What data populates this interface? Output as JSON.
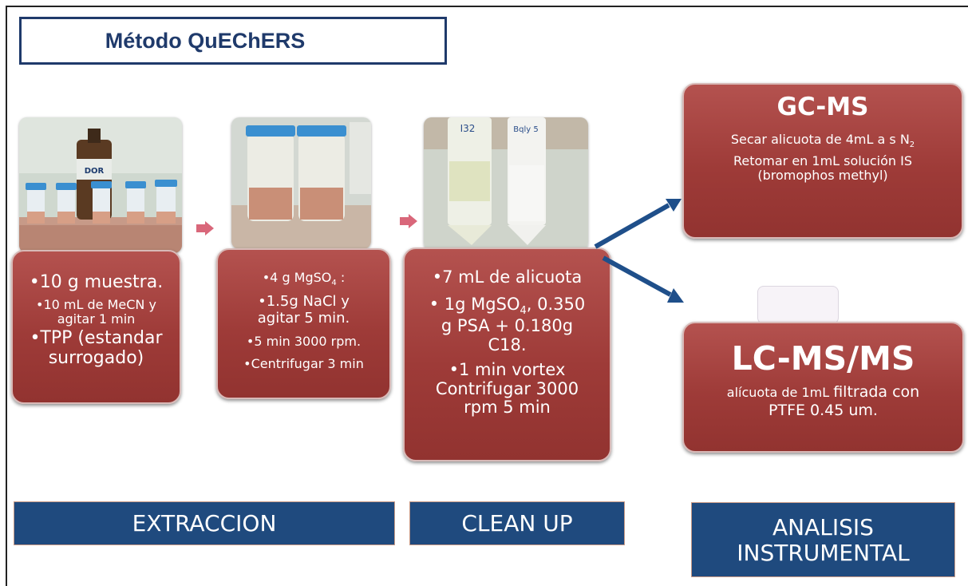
{
  "title": "Método QuEChERS",
  "extraction_card": {
    "line1": "•10 g muestra.",
    "line2": "•10 mL de MeCN y",
    "line3": "agitar 1 min",
    "line4": "•TPP (estandar",
    "line5": "surrogado)"
  },
  "salts_card": {
    "line1_prefix": "•4 g MgSO",
    "line1_sub": "4",
    "line1_suffix": " :",
    "line2": "•1.5g NaCl y",
    "line3": "agitar 5 min.",
    "line4": "•5 min 3000 rpm.",
    "line5": "•Centrifugar 3 min"
  },
  "cleanup_card": {
    "line1": "•7 mL de alicuota",
    "line2_prefix": "• 1g MgSO",
    "line2_sub": "4",
    "line2_suffix": ", 0.350",
    "line3": "g PSA + 0.180g",
    "line4": "C18.",
    "line5": "•1 min vortex",
    "line6": "Contrifugar 3000",
    "line7": "rpm 5 min"
  },
  "gcms_card": {
    "heading": "GC-MS",
    "line1_prefix": "Secar alicuota de 4mL a s N",
    "line1_sub": "2",
    "line2": "Retomar en 1mL solución IS",
    "line3": "(bromophos methyl)"
  },
  "lcms_card": {
    "heading": "LC-MS/MS",
    "line1_a": "alícuota de 1mL ",
    "line1_b": "filtrada con",
    "line2": "PTFE 0.45 um."
  },
  "photo_labels": {
    "bottle_label": "DOR",
    "tube_label_1": "I32",
    "tube_label_2": "Bqly 5"
  },
  "bands": {
    "extraction": "EXTRACCION",
    "cleanup": "CLEAN UP",
    "analysis_line1": "ANALISIS",
    "analysis_line2": "INSTRUMENTAL"
  },
  "colors": {
    "card": "#a4413e",
    "band": "#1f4a7e",
    "title_text": "#1f3a6b",
    "arrow_blue": "#1f4f8a",
    "arrow_pink": "#d9677a"
  }
}
